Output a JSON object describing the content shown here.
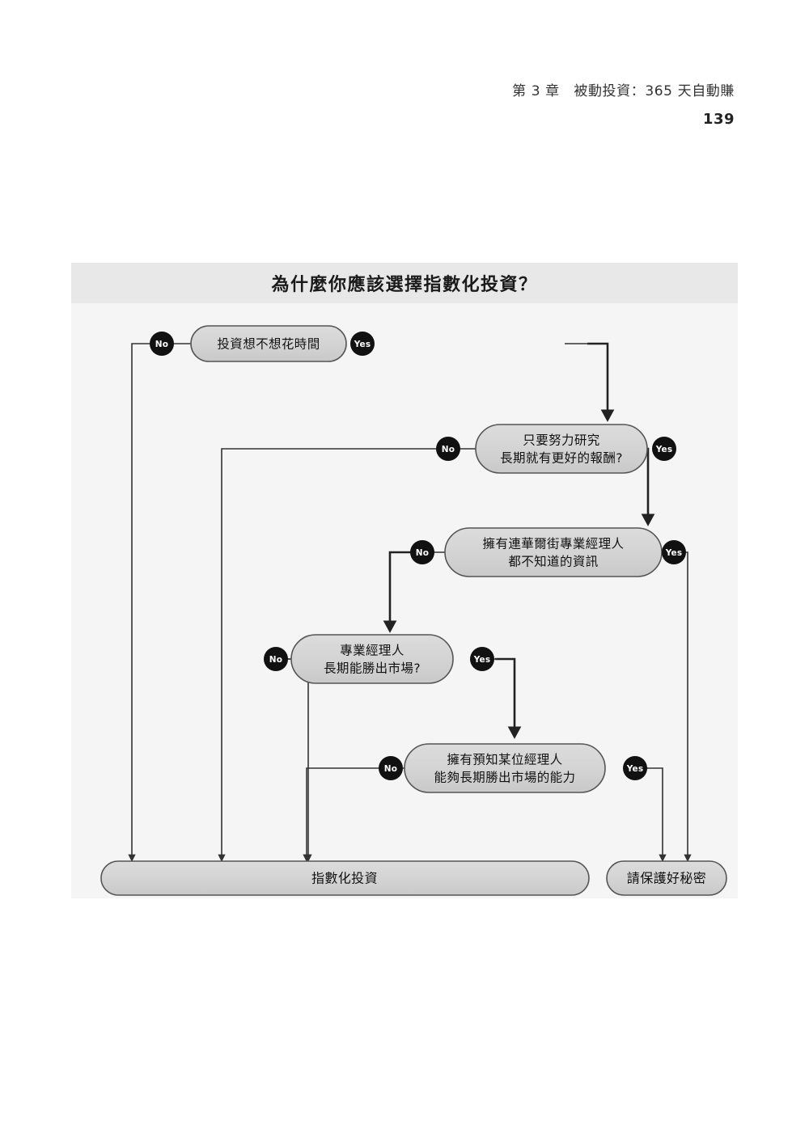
{
  "page": {
    "chapter_header": "第 3 章　被動投資：365 天自動賺",
    "page_number": "139"
  },
  "figure": {
    "title": "為什麼你應該選擇指數化投資？",
    "panel_bg": "#f5f5f5",
    "title_bar_bg": "#e8e8e8",
    "node_fill": "#d4d4d4",
    "node_stroke": "#555555",
    "badge_fill": "#111111",
    "badge_text_color": "#ffffff",
    "line_color": "#333333"
  },
  "chart_data": {
    "type": "diagram",
    "title": "為什麼你應該選擇指數化投資？",
    "diagram_kind": "decision-flowchart",
    "nodes": [
      {
        "id": "q1",
        "kind": "decision",
        "lines": [
          "投資想不想花時間"
        ]
      },
      {
        "id": "q2",
        "kind": "decision",
        "lines": [
          "只要努力研究",
          "長期就有更好的報酬?"
        ]
      },
      {
        "id": "q3",
        "kind": "decision",
        "lines": [
          "擁有連華爾街專業經理人",
          "都不知道的資訊"
        ]
      },
      {
        "id": "q4",
        "kind": "decision",
        "lines": [
          "專業經理人",
          "長期能勝出市場?"
        ]
      },
      {
        "id": "q5",
        "kind": "decision",
        "lines": [
          "擁有預知某位經理人",
          "能夠長期勝出市場的能力"
        ]
      },
      {
        "id": "end_index",
        "kind": "terminal",
        "lines": [
          "指數化投資"
        ]
      },
      {
        "id": "end_secret",
        "kind": "terminal",
        "lines": [
          "請保護好秘密"
        ]
      }
    ],
    "badges": {
      "yes": "Yes",
      "no": "No"
    },
    "edges": [
      {
        "from": "q1",
        "label": "No",
        "to": "end_index"
      },
      {
        "from": "q1",
        "label": "Yes",
        "to": "q2"
      },
      {
        "from": "q2",
        "label": "No",
        "to": "end_index"
      },
      {
        "from": "q2",
        "label": "Yes",
        "to": "q3"
      },
      {
        "from": "q3",
        "label": "No",
        "to": "q4"
      },
      {
        "from": "q3",
        "label": "Yes",
        "to": "end_secret"
      },
      {
        "from": "q4",
        "label": "No",
        "to": "end_index"
      },
      {
        "from": "q4",
        "label": "Yes",
        "to": "q5"
      },
      {
        "from": "q5",
        "label": "No",
        "to": "end_index"
      },
      {
        "from": "q5",
        "label": "Yes",
        "to": "end_secret"
      }
    ]
  },
  "labels": {
    "q1_l1": "投資想不想花時間",
    "q2_l1": "只要努力研究",
    "q2_l2": "長期就有更好的報酬?",
    "q3_l1": "擁有連華爾街專業經理人",
    "q3_l2": "都不知道的資訊",
    "q4_l1": "專業經理人",
    "q4_l2": "長期能勝出市場?",
    "q5_l1": "擁有預知某位經理人",
    "q5_l2": "能夠長期勝出市場的能力",
    "end_index": "指數化投資",
    "end_secret": "請保護好秘密",
    "yes": "Yes",
    "no": "No"
  }
}
